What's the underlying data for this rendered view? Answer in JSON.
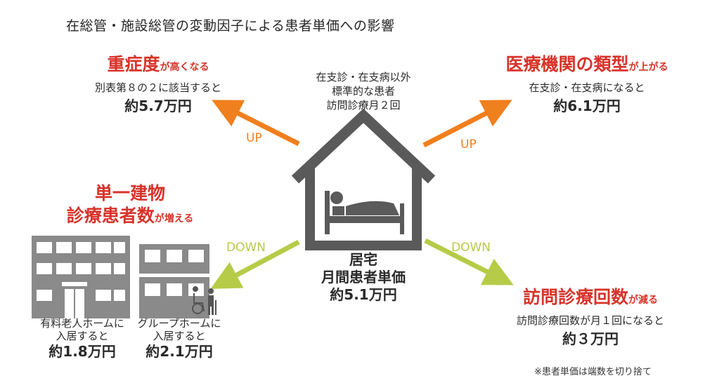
{
  "title": "在総管・施設総管の変動因子による患者単価への影響",
  "center": {
    "top_line1": "在支診・在支病以外",
    "top_line2": "標準的な患者",
    "top_line3": "訪問診療月２回",
    "label_line1": "居宅",
    "label_line2": "月間患者単価",
    "label_line3": "約5.1万円"
  },
  "top_left": {
    "heading_big": "重症度",
    "heading_small": "が高くなる",
    "line1": "別表第８の２に該当すると",
    "value": "約5.7万円",
    "arrow_label": "UP"
  },
  "top_right": {
    "heading_big": "医療機関の類型",
    "heading_small": "が上がる",
    "line1": "在支診・在支病になると",
    "value": "約6.1万円",
    "arrow_label": "UP"
  },
  "mid_left": {
    "heading_line1": "単一建物",
    "heading_big2": "診療患者数",
    "heading_small2": "が増える",
    "arrow_label": "DOWN"
  },
  "building1": {
    "line1": "有料老人ホームに",
    "line2": "入居すると",
    "value": "約1.8万円"
  },
  "building2": {
    "line1": "グループホームに",
    "line2": "入居すると",
    "value": "約2.1万円"
  },
  "bottom_right": {
    "heading_big": "訪問診療回数",
    "heading_small": "が減る",
    "line1": "訪問診療回数が月１回になると",
    "value": "約３万円",
    "arrow_label": "DOWN"
  },
  "footnote": "※患者単価は端数を切り捨て",
  "colors": {
    "red": "#d8332a",
    "orange_arrow": "#f07f1d",
    "green_arrow": "#b6cc48",
    "house_gray": "#5a5a5a",
    "building_gray": "#8a8a8a"
  },
  "icons": [
    "house-icon",
    "bed-patient-icon",
    "apartment-building-icon",
    "group-home-icon",
    "wheelchair-icon",
    "cane-person-icon"
  ]
}
